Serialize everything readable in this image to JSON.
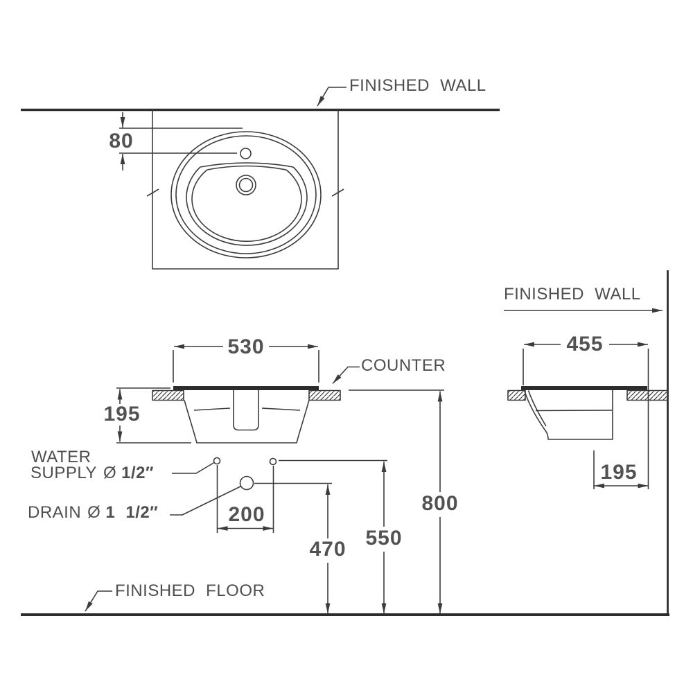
{
  "labels": {
    "finished_wall_top": "FINISHED WALL",
    "finished_wall_side": "FINISHED WALL",
    "counter": "COUNTER",
    "water_supply_line1": "WATER",
    "water_supply_line2": "SUPPLY",
    "water_supply_symbol": "Ø",
    "water_supply_size": "1/2″",
    "drain_label": "DRAIN",
    "drain_symbol": "Ø",
    "drain_size": "1 1/2″",
    "finished_floor": "FINISHED FLOOR"
  },
  "dimensions": {
    "faucet_hole_offset": "80",
    "rim_width_front": "530",
    "bowl_depth_front": "195",
    "supply_spacing": "200",
    "drain_height": "470",
    "supply_height": "550",
    "counter_height": "800",
    "rim_depth_side": "455",
    "bowl_to_wall_side": "195"
  },
  "colors": {
    "line": "#3c3c3c",
    "heavy_line": "#2d2d2d",
    "text": "#4e4e4e",
    "background": "#ffffff"
  }
}
